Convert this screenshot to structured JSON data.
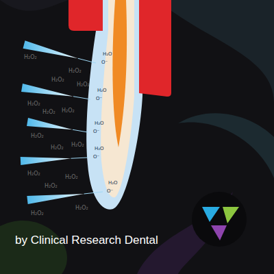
{
  "diagram": {
    "caption": "by Clinical Research Dental",
    "labels": [
      "H₂O₂",
      "H₂O₂",
      "H₂O₂",
      "H₂O₂",
      "H₂O",
      "O⁻",
      "H₂O₂",
      "H₂O₂",
      "H₂O₂",
      "H₂O",
      "O⁻",
      "H₂O₂",
      "H₂O₂",
      "H₂O₂",
      "H₂O",
      "O⁻",
      "H₂O₂",
      "H₂O₂",
      "H₂O",
      "O⁻",
      "H₂O₂",
      "H₂O₂",
      "H₂O",
      "O⁻",
      "H₂O₂"
    ]
  }
}
